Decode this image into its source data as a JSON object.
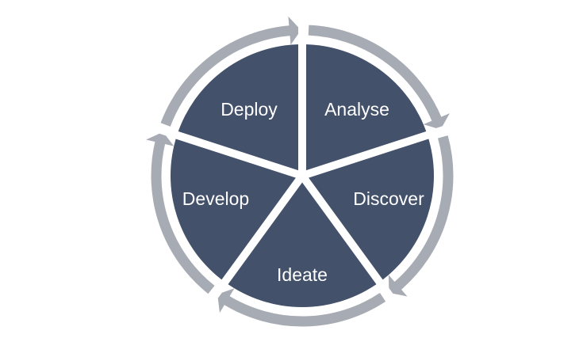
{
  "diagram": {
    "segments": [
      {
        "label": "Analyse"
      },
      {
        "label": "Discover"
      },
      {
        "label": "Ideate"
      },
      {
        "label": "Develop"
      },
      {
        "label": "Deploy"
      }
    ]
  },
  "colors": {
    "segment_fill": "#43516a",
    "arrow_ring": "#a7abb3",
    "gap": "#ffffff",
    "label_text": "#ffffff"
  }
}
